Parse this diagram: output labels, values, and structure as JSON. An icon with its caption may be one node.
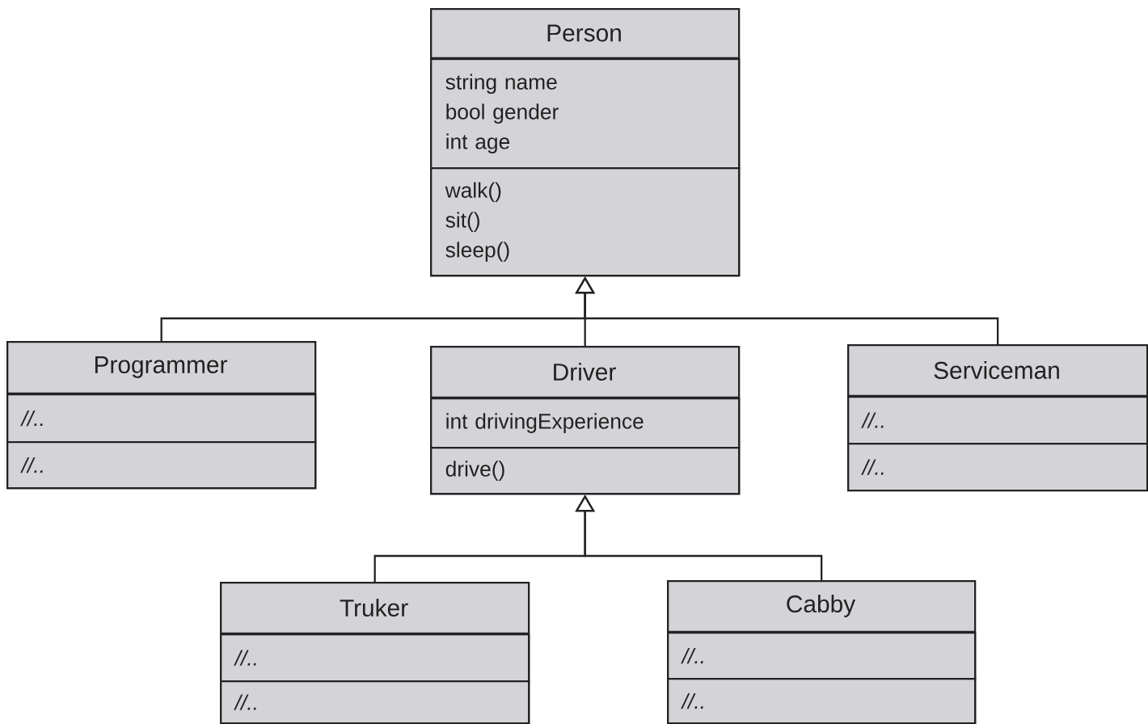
{
  "diagram": {
    "nodes": [
      {
        "text": [
          "Person"
        ]
      },
      {
        "text": [
          "string name",
          "bool gender",
          "int age"
        ],
        "in": 0
      },
      {
        "text": [
          "walk()",
          "sit()",
          "sleep()"
        ],
        "in": 0
      },
      {
        "text": [
          "Programmer"
        ]
      },
      {
        "text": [
          "//.."
        ],
        "in": 3
      },
      {
        "text": [
          "//.."
        ],
        "in": 3
      },
      {
        "text": [
          "Driver"
        ]
      },
      {
        "text": [
          "int drivingExperience"
        ],
        "in": 6
      },
      {
        "text": [
          "drive()"
        ],
        "in": 6
      },
      {
        "text": [
          "Serviceman"
        ]
      },
      {
        "text": [
          "//.."
        ],
        "in": 9
      },
      {
        "text": [
          "//.."
        ],
        "in": 9
      },
      {
        "text": [
          "Truker"
        ]
      },
      {
        "text": [
          "//.."
        ],
        "in": 12
      },
      {
        "text": [
          "//.."
        ],
        "in": 12
      },
      {
        "text": [
          "Cabby"
        ]
      },
      {
        "text": [
          "//.."
        ],
        "in": 15
      },
      {
        "text": [
          "//.."
        ],
        "in": 15
      }
    ],
    "edges": [
      {
        "from": 3,
        "to": 0,
        "arrow": "to"
      },
      {
        "from": 6,
        "to": 0,
        "arrow": "to"
      },
      {
        "from": 9,
        "to": 0,
        "arrow": "to"
      },
      {
        "from": 12,
        "to": 6,
        "arrow": "to"
      },
      {
        "from": 15,
        "to": 6,
        "arrow": "to"
      }
    ]
  }
}
